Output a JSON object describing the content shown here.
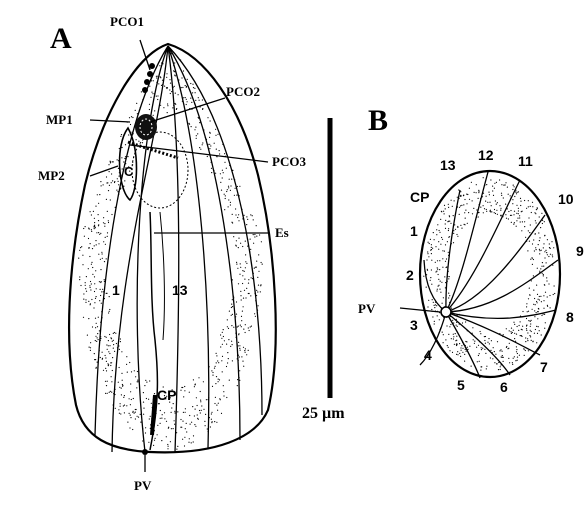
{
  "panels": {
    "A": {
      "letter": "A",
      "labels": {
        "pco1": "PCO1",
        "pco2": "PCO2",
        "pco3": "PCO3",
        "mp1": "MP1",
        "mp2": "MP2",
        "es": "Es",
        "pv": "PV",
        "kinety_1": "1",
        "kinety_13": "13",
        "cp": "CP"
      }
    },
    "B": {
      "letter": "B",
      "labels": {
        "pv": "PV",
        "cp": "CP"
      },
      "kinety_numbers": [
        "1",
        "2",
        "3",
        "4",
        "5",
        "6",
        "7",
        "8",
        "9",
        "10",
        "11",
        "12",
        "13"
      ]
    }
  },
  "scale_bar": {
    "label": "25 µm"
  }
}
